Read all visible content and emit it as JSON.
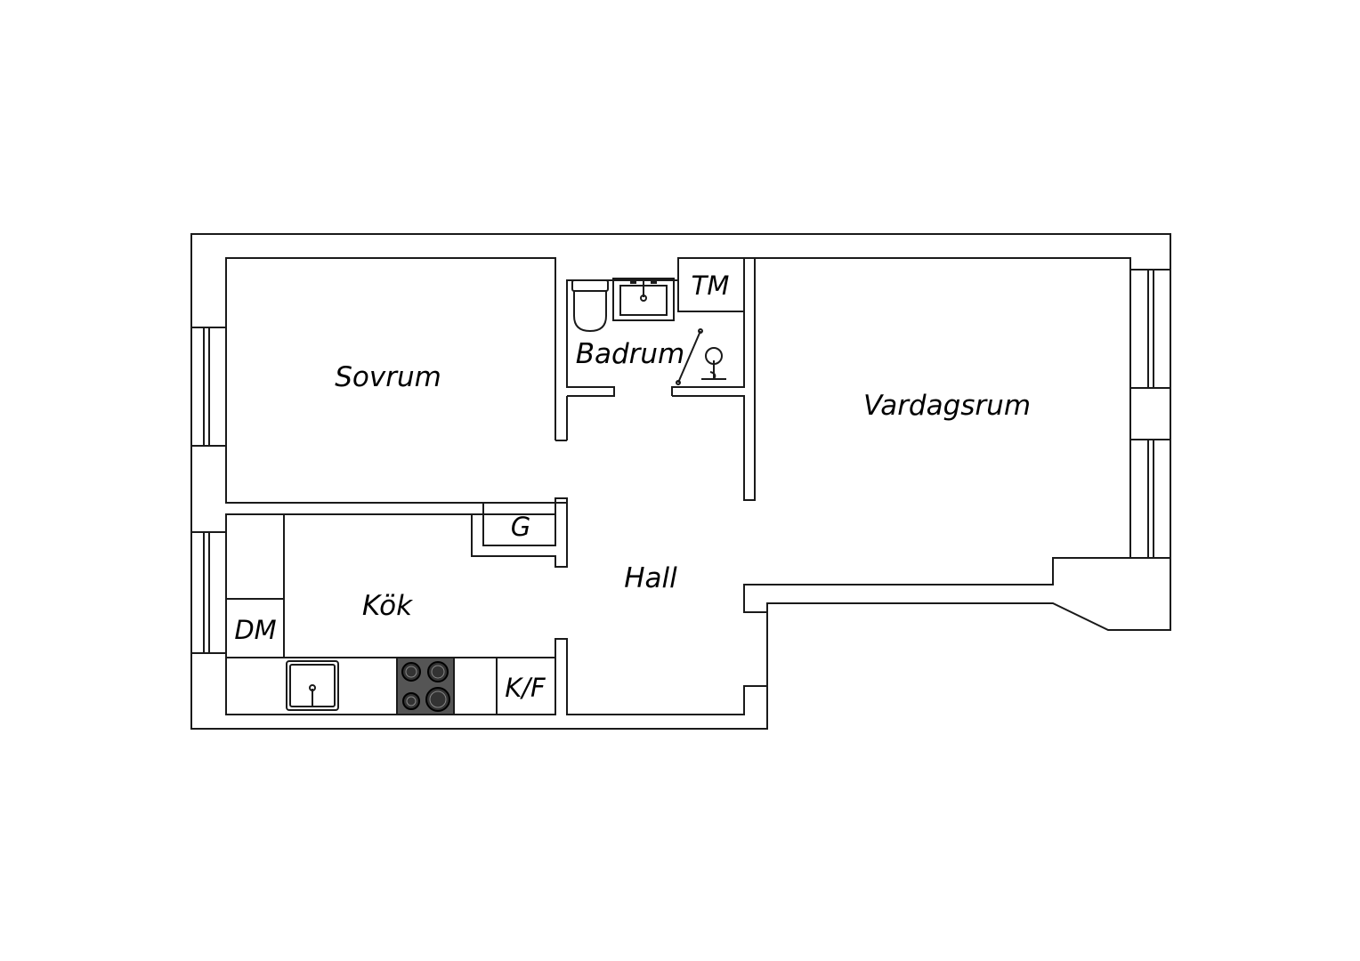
{
  "plan": {
    "line_color": "#1a1a1a",
    "background": "#ffffff",
    "rooms": {
      "sovrum": "Sovrum",
      "badrum": "Badrum",
      "vardagsrum": "Vardagsrum",
      "hall": "Hall",
      "kok": "Kök"
    },
    "fixtures": {
      "tm": "TM",
      "g": "G",
      "dm": "DM",
      "kf": "K/F"
    },
    "icons": [
      "toilet-icon",
      "sink-icon",
      "shower-icon",
      "stove-icon",
      "kitchen-sink-icon",
      "window-icon"
    ]
  }
}
